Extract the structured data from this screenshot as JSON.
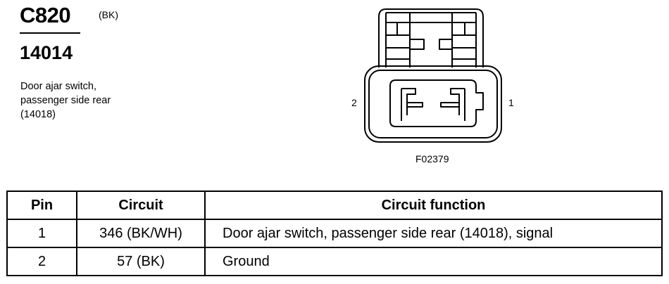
{
  "connector": {
    "id": "C820",
    "color": "(BK)",
    "part_number": "14014",
    "description": [
      "Door ajar switch,",
      "passenger side rear",
      "(14018)"
    ]
  },
  "diagram": {
    "pin_left": "2",
    "pin_right": "1",
    "figure_id": "F02379"
  },
  "table": {
    "headers": [
      "Pin",
      "Circuit",
      "Circuit function"
    ],
    "rows": [
      {
        "pin": "1",
        "circuit": "346 (BK/WH)",
        "function": "Door ajar switch, passenger side rear (14018), signal"
      },
      {
        "pin": "2",
        "circuit": "57 (BK)",
        "function": "Ground"
      }
    ]
  }
}
